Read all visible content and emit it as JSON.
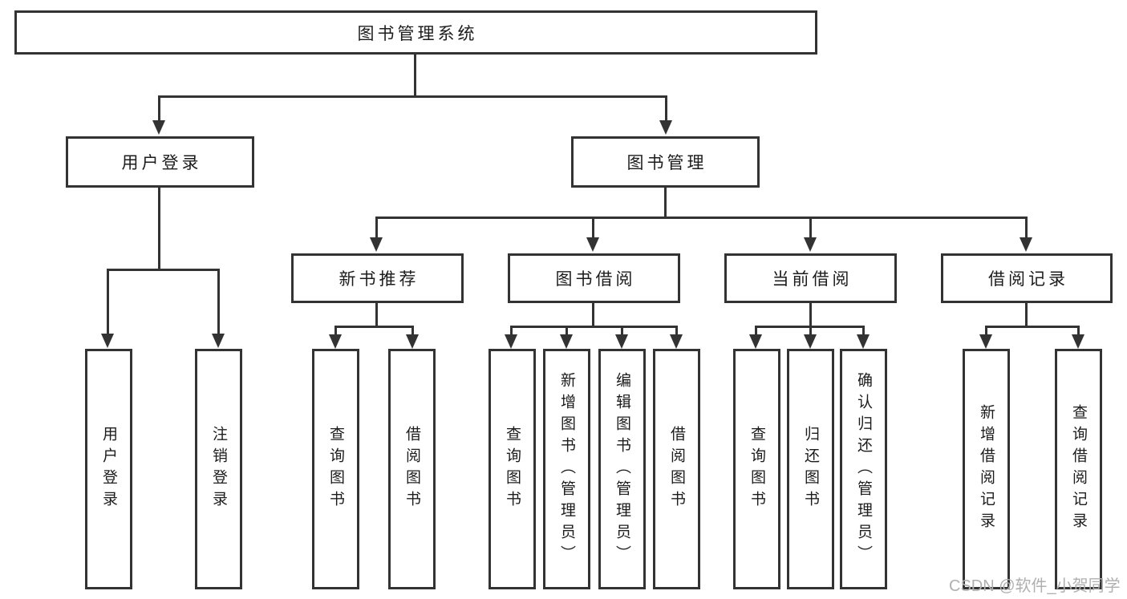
{
  "diagram": {
    "root": {
      "label": "图书管理系统"
    },
    "children": [
      {
        "label": "用户登录",
        "children": [
          {
            "label": "用户登录"
          },
          {
            "label": "注销登录"
          }
        ]
      },
      {
        "label": "图书管理",
        "children": [
          {
            "label": "新书推荐",
            "children": [
              {
                "label": "查询图书"
              },
              {
                "label": "借阅图书"
              }
            ]
          },
          {
            "label": "图书借阅",
            "children": [
              {
                "label": "查询图书"
              },
              {
                "label": "新增图书（管理员）"
              },
              {
                "label": "编辑图书（管理员）"
              },
              {
                "label": "借阅图书"
              }
            ]
          },
          {
            "label": "当前借阅",
            "children": [
              {
                "label": "查询图书"
              },
              {
                "label": "归还图书"
              },
              {
                "label": "确认归还（管理员）"
              }
            ]
          },
          {
            "label": "借阅记录",
            "children": [
              {
                "label": "新增借阅记录"
              },
              {
                "label": "查询借阅记录"
              }
            ]
          }
        ]
      }
    ],
    "watermark": "CSDN @软件_小贺同学",
    "colors": {
      "line": "#333333",
      "text": "#1c1c1c",
      "watermark": "#b0b0b0",
      "background": "#ffffff"
    }
  }
}
